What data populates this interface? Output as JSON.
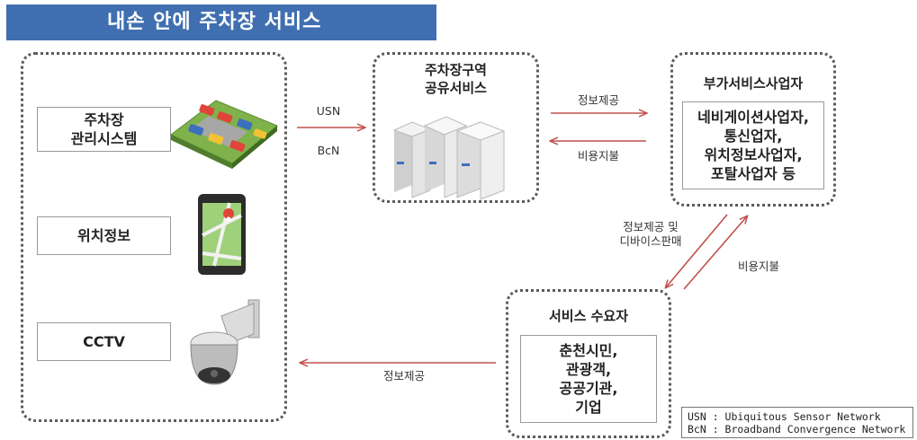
{
  "title": "내손 안에 주차장 서비스",
  "left_items": {
    "parking": [
      "주차장",
      "관리시스템"
    ],
    "location": "위치정보",
    "cctv": "CCTV"
  },
  "center": {
    "title_line1": "주차장구역",
    "title_line2": "공유서비스"
  },
  "provider": {
    "title": "부가서비스사업자",
    "lines": [
      "네비게이션사업자,",
      "통신업자,",
      "위치정보사업자,",
      "포탈사업자 등"
    ]
  },
  "consumer": {
    "title": "서비스 수요자",
    "lines": [
      "춘천시민,",
      "관광객,",
      "공공기관,",
      "기업"
    ]
  },
  "arrows": {
    "usn": "USN",
    "bcn": "BcN",
    "info_provide": "정보제공",
    "fee_pay": "비용지불",
    "info_device_l1": "정보제공 및",
    "info_device_l2": "디바이스판매",
    "fee_pay2": "비용지불",
    "info_provide2": "정보제공"
  },
  "legend": {
    "usn": "USN : Ubiquitous Sensor Network",
    "bcn": "BcN : Broadband Convergence Network"
  },
  "colors": {
    "title_bg": "#3f6fb0",
    "arrow": "#c0504d",
    "server": "#e9e9e9"
  },
  "icons": [
    "parking-lot-icon",
    "smartphone-map-icon",
    "cctv-camera-icon",
    "server-icon"
  ]
}
